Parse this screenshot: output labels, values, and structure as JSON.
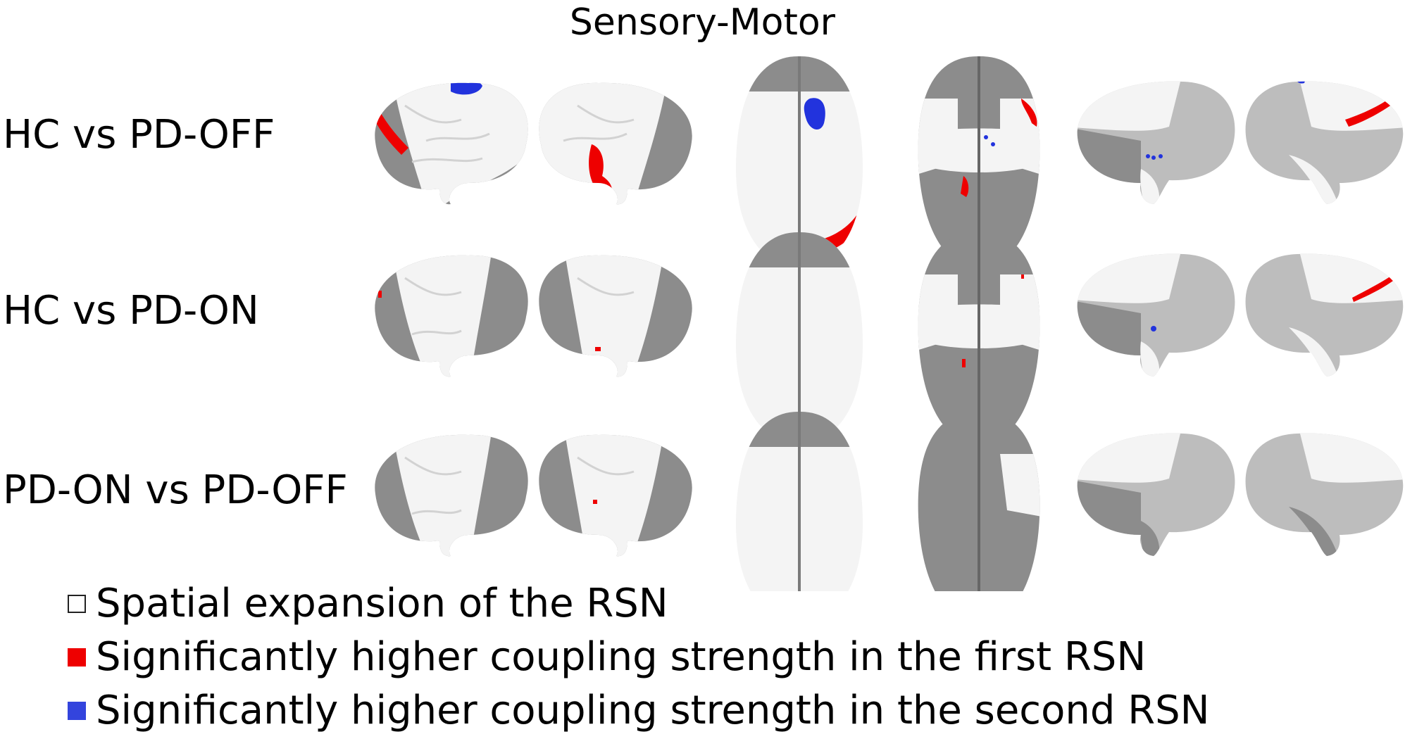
{
  "title": "Sensory-Motor",
  "rows": [
    {
      "label": "HC vs PD-OFF"
    },
    {
      "label": "HC vs PD-ON"
    },
    {
      "label": "PD-ON vs PD-OFF"
    }
  ],
  "views": [
    "lateral-left",
    "lateral-right",
    "dorsal",
    "ventral",
    "medial-left",
    "medial-right"
  ],
  "legend": [
    {
      "text": "Spatial expansion of the RSN",
      "color": "#ffffff"
    },
    {
      "text": "Significantly higher coupling strength in the first RSN",
      "color": "#ee0000"
    },
    {
      "text": "Significantly higher coupling strength in the second RSN",
      "color": "#3344dd"
    }
  ],
  "colors": {
    "brain_gray": "#8c8c8c",
    "brain_dark": "#6f6f6f",
    "rsn_white": "#f4f4f4",
    "medial_light": "#bdbdbd",
    "red": "#ee0000",
    "blue": "#2233dd"
  }
}
